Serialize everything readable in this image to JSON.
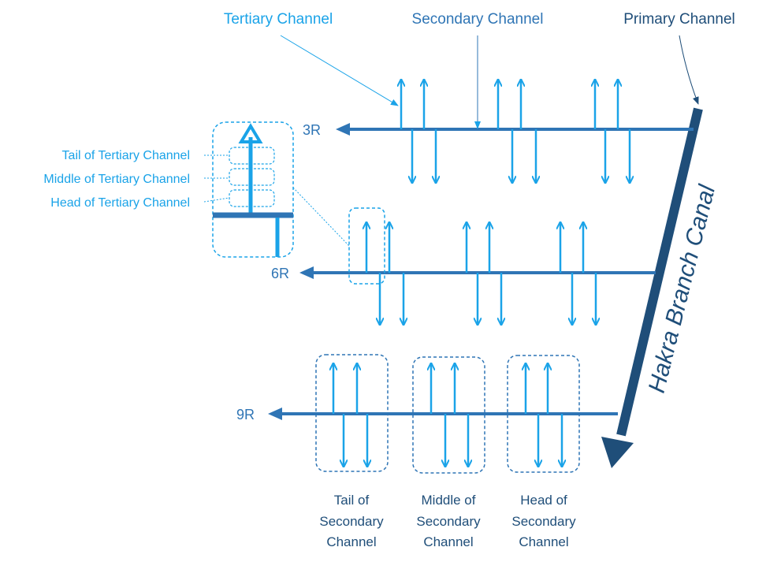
{
  "labels": {
    "tertiary_channel": "Tertiary Channel",
    "secondary_channel": "Secondary Channel",
    "primary_channel": "Primary Channel",
    "canal_name": "Hakra Branch Canal",
    "channel_3r": "3R",
    "channel_6r": "6R",
    "channel_9r": "9R",
    "tail_tertiary": "Tail of Tertiary Channel",
    "middle_tertiary": "Middle of Tertiary Channel",
    "head_tertiary": "Head of Tertiary Channel",
    "tail_secondary": [
      "Tail of",
      "Secondary",
      "Channel"
    ],
    "middle_secondary": [
      "Middle of",
      "Secondary",
      "Channel"
    ],
    "head_secondary": [
      "Head of",
      "Secondary",
      "Channel"
    ]
  },
  "colors": {
    "light_blue": "#1aa3e8",
    "mid_blue": "#2f75b5",
    "dark_blue": "#1f4e79",
    "canal_blue": "#1f4e79"
  }
}
